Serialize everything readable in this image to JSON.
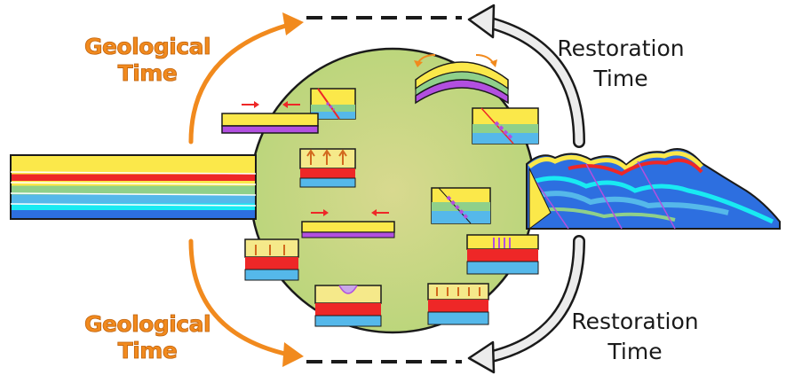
{
  "labels": {
    "geological_time_top": [
      "Geological",
      "Time"
    ],
    "geological_time_bottom": [
      "Geological",
      "Time"
    ],
    "restoration_time_top": [
      "Restoration",
      "Time"
    ],
    "restoration_time_bottom": [
      "Restoration",
      "Time"
    ]
  },
  "colors": {
    "geological_arrow": "#f18a1e",
    "restoration_arrow": "#e9e9e9",
    "disc": "#c9d98e",
    "layer_yellow": "#fbe84a",
    "layer_red": "#ee2727",
    "layer_green": "#8fd08a",
    "layer_blue": "#55b8ea",
    "layer_cyan": "#19eaf2",
    "layer_purple": "#b24fe0"
  }
}
